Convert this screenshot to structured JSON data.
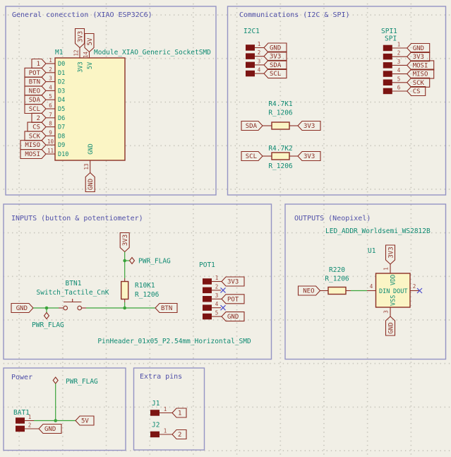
{
  "sections": {
    "general": {
      "title": "General conecction (XIAO ESP32C6)"
    },
    "comms": {
      "title": "Communications (I2C & SPI)"
    },
    "inputs": {
      "title": "INPUTS (button & potentiometer)"
    },
    "outputs": {
      "title": "OUTPUTS (Neopixel)"
    },
    "power": {
      "title": "Power"
    },
    "extra": {
      "title": "Extra pins"
    }
  },
  "m1": {
    "ref": "M1",
    "value": "Module_XIAO_Generic_SocketSMD",
    "left_pins": [
      {
        "num": "1",
        "name": "D0",
        "label": "1"
      },
      {
        "num": "2",
        "name": "D1",
        "label": "POT"
      },
      {
        "num": "3",
        "name": "D2",
        "label": "BTN"
      },
      {
        "num": "4",
        "name": "D3",
        "label": "NEO"
      },
      {
        "num": "5",
        "name": "D4",
        "label": "SDA"
      },
      {
        "num": "6",
        "name": "D5",
        "label": "SCL"
      },
      {
        "num": "7",
        "name": "D6",
        "label": "2"
      },
      {
        "num": "8",
        "name": "D7",
        "label": "CS"
      },
      {
        "num": "9",
        "name": "D8",
        "label": "SCK"
      },
      {
        "num": "10",
        "name": "D9",
        "label": "MISO"
      },
      {
        "num": "11",
        "name": "D10",
        "label": "MOSI"
      }
    ],
    "top_pins": [
      {
        "num": "12",
        "name": "3V3",
        "label": "3V3"
      },
      {
        "num": "14",
        "name": "5V",
        "label": "5V"
      }
    ],
    "bottom_pin": {
      "num": "13",
      "name": "GND",
      "label": "GND"
    }
  },
  "i2c1": {
    "ref": "I2C1",
    "pins": [
      {
        "num": "1",
        "label": "GND"
      },
      {
        "num": "2",
        "label": "3V3"
      },
      {
        "num": "3",
        "label": "SDA"
      },
      {
        "num": "4",
        "label": "SCL"
      }
    ]
  },
  "spi1": {
    "ref": "SPI1",
    "value": "SPI",
    "pins": [
      {
        "num": "1",
        "label": "GND"
      },
      {
        "num": "2",
        "label": "3V3"
      },
      {
        "num": "3",
        "label": "MOSI"
      },
      {
        "num": "4",
        "label": "MISO"
      },
      {
        "num": "5",
        "label": "SCK"
      },
      {
        "num": "6",
        "label": "CS"
      }
    ]
  },
  "r_sda": {
    "ref": "R4.7K1",
    "value": "R_1206",
    "left_label": "SDA",
    "right_label": "3V3"
  },
  "r_scl": {
    "ref": "R4.7K2",
    "value": "R_1206",
    "left_label": "SCL",
    "right_label": "3V3"
  },
  "inputs_net": {
    "power": "3V3",
    "pwr_flag_top": "PWR_FLAG",
    "pwr_flag_left": "PWR_FLAG",
    "gnd_label": "GND",
    "btn_label": "BTN"
  },
  "btn1": {
    "ref": "BTN1",
    "value": "Switch_Tactile_CnK"
  },
  "r_pullup": {
    "ref": "R10K1",
    "value": "R_1206"
  },
  "pot1": {
    "ref": "POT1",
    "footprint": "PinHeader_01x05_P2.54mm_Horizontal_SMD",
    "pins": [
      {
        "num": "1",
        "label": "3V3"
      },
      {
        "num": "2",
        "label": ""
      },
      {
        "num": "3",
        "label": "POT"
      },
      {
        "num": "4",
        "label": ""
      },
      {
        "num": "5",
        "label": "GND"
      }
    ]
  },
  "outputs_sec": {
    "value": "LED_ADDR_Worldsemi_WS2812B"
  },
  "u1": {
    "ref": "U1",
    "pin1_num": "1",
    "pin1_name": "VDD",
    "top_power": "3V3",
    "pin2_num": "2",
    "pin2_name": "DOUT",
    "pin3_num": "3",
    "pin3_name": "VSS",
    "bottom_power": "GND",
    "pin4_num": "4",
    "pin4_name": "DIN",
    "neo_label": "NEO"
  },
  "r_neo": {
    "ref": "R220",
    "value": "R_1206"
  },
  "power_sec": {
    "flag": "PWR_FLAG",
    "bat_ref": "BAT1",
    "pin1": "1",
    "pin2": "2",
    "v_label": "5V",
    "gnd_label": "GND"
  },
  "extra_sec": {
    "j1_ref": "J1",
    "j1_pin": "1",
    "j1_label": "1",
    "j2_ref": "J2",
    "j2_pin": "1",
    "j2_label": "2"
  },
  "colors": {
    "wire": "#3aa33a",
    "symbol_outline": "#8b2e24",
    "symbol_fill": "#fbf5c5",
    "teal_text": "#0f8a72",
    "title_blue": "#4f4fa8",
    "border_blue": "#9494c4",
    "no_connect": "#5050cc",
    "pad_fill": "#7c1412"
  }
}
